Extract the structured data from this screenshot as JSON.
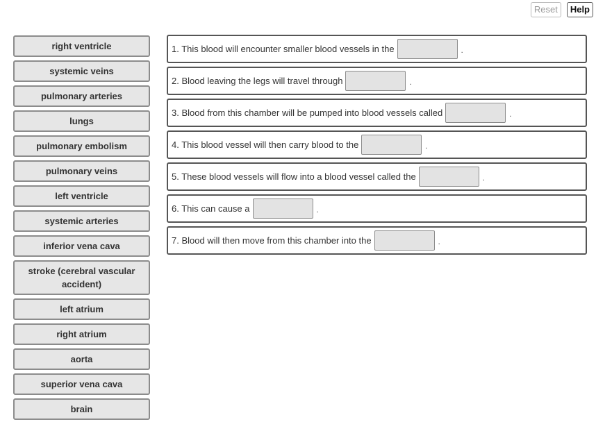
{
  "toolbar": {
    "reset_label": "Reset",
    "help_label": "Help"
  },
  "term_bank": [
    "right ventricle",
    "systemic veins",
    "pulmonary arteries",
    "lungs",
    "pulmonary embolism",
    "pulmonary veins",
    "left ventricle",
    "systemic arteries",
    "inferior vena cava",
    "stroke (cerebral vascular accident)",
    "left atrium",
    "right atrium",
    "aorta",
    "superior vena cava",
    "brain"
  ],
  "questions": [
    "1. This blood will encounter smaller blood vessels in the",
    "2. Blood leaving the legs will travel through",
    "3. Blood from this chamber will be pumped into blood vessels called",
    "4. This blood vessel will then carry blood to the",
    "5. These blood vessels will flow into a blood vessel called the",
    "6. This can cause a",
    "7. Blood will then move from this chamber into the"
  ],
  "sentence_end": "."
}
